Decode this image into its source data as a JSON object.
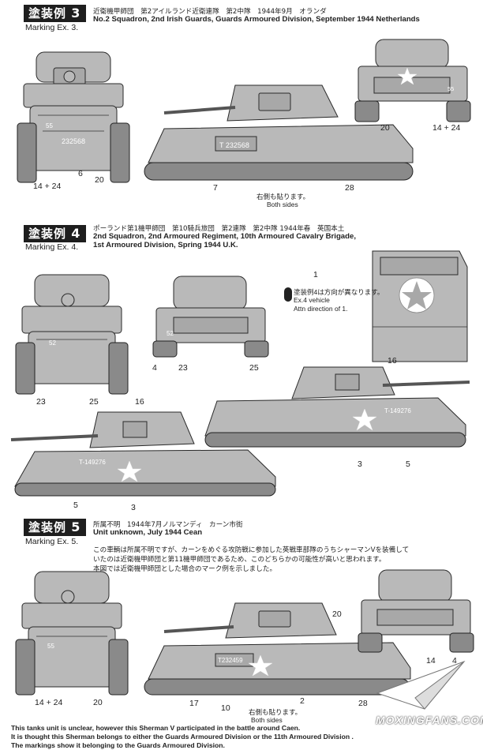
{
  "ex3": {
    "badge_jp": "塗装例",
    "badge_num": "3",
    "marking": "Marking Ex. 3.",
    "jp_desc": "近衛機甲師団　第2アイルランド近衛連隊　第2中隊　1944年9月　オランダ",
    "en_desc": "No.2 Squadron, 2nd Irish Guards, Guards Armoured Division, September 1944 Netherlands",
    "labels": {
      "l55": "55",
      "serial": "232568",
      "l6": "6",
      "l20a": "20",
      "l14_24a": "14 + 24",
      "l20b": "20",
      "l14_24b": "14 + 24",
      "l55b": "55",
      "side_serial": "T 232568",
      "l7": "7",
      "l28": "28",
      "both_jp": "右側も貼ります。",
      "both_en": "Both sides"
    }
  },
  "ex4": {
    "badge_jp": "塗装例",
    "badge_num": "4",
    "marking": "Marking Ex. 4.",
    "jp_desc": "ポーランド第1機甲師団　第10騎兵旅団　第2連隊　第2中隊 1944年春　英国本土",
    "en_desc_1": "2nd Squadron, 2nd Armoured Regiment, 10th Armoured Cavalry Brigade,",
    "en_desc_2": "1st Armoured Division, Spring 1944 U.K.",
    "labels": {
      "l52": "52",
      "l23a": "23",
      "l25a": "25",
      "l4": "4",
      "l23b": "23",
      "l25b": "25",
      "cl52": "52",
      "l1": "1",
      "note_jp": "塗装例4は方向が異なります。",
      "note_en_1": "Ex.4 vehicle",
      "note_en_2": "Attn direction of 1.",
      "l16a": "16",
      "l16b": "16",
      "side_serial_a": "T-149276",
      "side_serial_b": "T-149276",
      "l3a": "3",
      "l5a": "5",
      "l5b": "5",
      "l3b": "3"
    }
  },
  "ex5": {
    "badge_jp": "塗装例",
    "badge_num": "5",
    "marking": "Marking Ex. 5.",
    "jp_desc": "所属不明　1944年7月ノルマンディ　カーン市街",
    "en_desc_1": "Unit unknown, July 1944 Cean",
    "body_jp_1": "この車輌は所属不明ですが、カーンをめぐる攻防戦に参加した英戦車部隊のうちシャーマンVを装備して",
    "body_jp_2": "いたのは近衛機甲師団と第11機甲師団であるため、このどちらかの可能性が高いと思われます。",
    "body_jp_3": "本図では近衛機甲師団とした場合のマーク例を示しました。",
    "labels": {
      "l55": "55",
      "l14_24": "14 + 24",
      "l20a": "20",
      "l20b": "20",
      "l14": "14",
      "l4": "4",
      "side_serial": "T232459",
      "l17": "17",
      "l10": "10",
      "l2": "2",
      "l28": "28",
      "both_jp": "右側も貼ります。",
      "both_en": "Both sides"
    }
  },
  "footer": {
    "line1": "This tanks unit is unclear, however this Sherman V participated in the battle around Caen.",
    "line2": "It is thought this Sherman belongs to either the Guards Armoured Division or the 11th Armoured Division .",
    "line3": "The markings show it belonging to the Guards Armoured Division."
  },
  "watermark": "MOXINGFANS.COM"
}
